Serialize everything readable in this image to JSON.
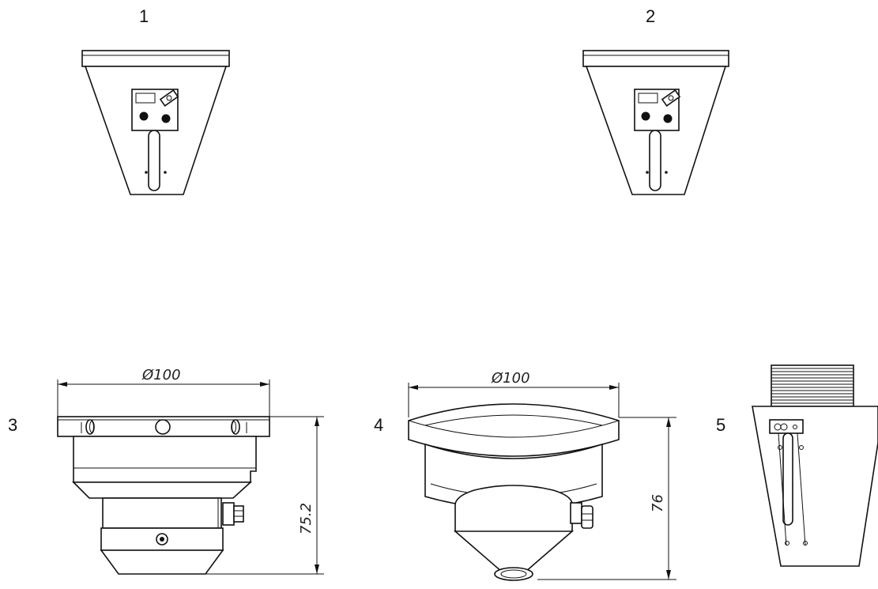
{
  "figures": {
    "fig1": {
      "label": "1"
    },
    "fig2": {
      "label": "2"
    },
    "fig3": {
      "label": "3",
      "diameter": "Ø100",
      "height": "75.2"
    },
    "fig4": {
      "label": "4",
      "diameter": "Ø100",
      "height": "76"
    },
    "fig5": {
      "label": "5"
    }
  }
}
